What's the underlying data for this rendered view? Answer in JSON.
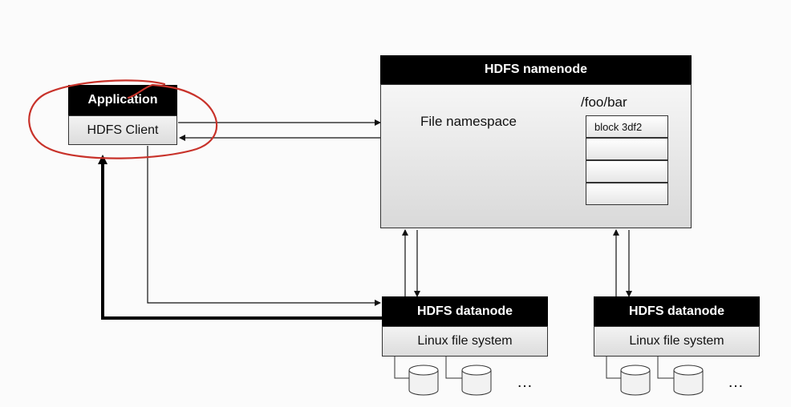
{
  "application": {
    "title": "Application",
    "client_label": "HDFS Client"
  },
  "namenode": {
    "title": "HDFS namenode",
    "namespace_label": "File namespace",
    "path_label": "/foo/bar",
    "blocks": [
      "block 3df2",
      "",
      "",
      ""
    ]
  },
  "datanodes": [
    {
      "title": "HDFS datanode",
      "fs_label": "Linux file system",
      "more": "…"
    },
    {
      "title": "HDFS datanode",
      "fs_label": "Linux file system",
      "more": "…"
    }
  ],
  "colors": {
    "header": "#000000",
    "highlight_ellipse": "#c8322a",
    "panel": "#e4e4e4"
  }
}
